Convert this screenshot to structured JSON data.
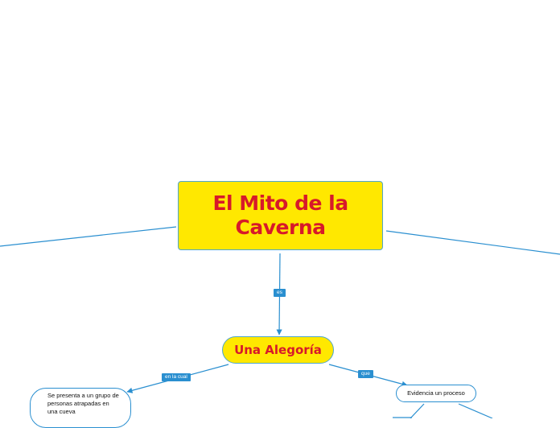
{
  "main_topic": {
    "line1": "El Mito de la",
    "line2": "Caverna"
  },
  "sub_topic": "Una Alegoría",
  "relations": {
    "es": "es",
    "en_la_cual": "en la cual",
    "que": "que"
  },
  "leaves": {
    "left": "Se presenta a un grupo de personas atrapadas en una cueva",
    "right": "Evidencia un proceso"
  },
  "colors": {
    "topic_fill": "#ffe800",
    "topic_text": "#d7192a",
    "connector": "#2a8fd0",
    "label_fill": "#2a8fd0"
  }
}
